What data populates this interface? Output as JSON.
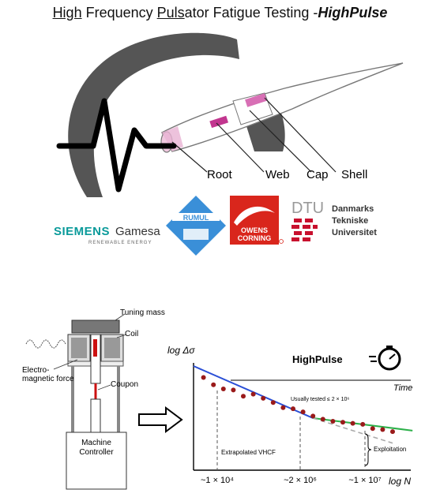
{
  "title": {
    "part1": "High",
    "part2": " Frequency ",
    "part3": "Puls",
    "part4": "ator Fatigue Testing -",
    "part5": "HighPulse"
  },
  "blade_labels": {
    "root": "Root",
    "web": "Web",
    "cap": "Cap",
    "shell": "Shell"
  },
  "logos": {
    "siemens": "SIEMENS",
    "gamesa": "Gamesa",
    "renewable": "RENEWABLE ENERGY",
    "rumul": "RUMUL",
    "owens": "OWENS",
    "corning": "CORNING",
    "dtu": "DTU",
    "dtu_line1": "Danmarks",
    "dtu_line2": "Tekniske",
    "dtu_line3": "Universitet"
  },
  "machine": {
    "tuning_mass": "Tuning mass",
    "coil": "Coil",
    "electro_line1": "Electro-",
    "electro_line2": "magnetic force",
    "coupon": "Coupon",
    "controller_line1": "Machine",
    "controller_line2": "Controller"
  },
  "chart": {
    "y_label_log": "log Δσ",
    "x_label": "log N",
    "time_label": "Time",
    "highpulse": "HighPulse",
    "usually_tested": "Usually tested ≤ 2 × 10⁶",
    "extrapolated": "Extrapolated VHCF",
    "exploitation": "Exploitation",
    "tick1": "~1 × 10⁴",
    "tick2": "~2 × 10⁶",
    "tick3": "~1 × 10⁷"
  },
  "colors": {
    "blade_pink": "#d86fb5",
    "pulse_black": "#000000",
    "gauge_gray": "#555555",
    "sn_blue": "#2a4fd6",
    "sn_green": "#2db04a",
    "data_red": "#9a1a1a",
    "coupon_red": "#cc1111",
    "owens_red": "#d9261c",
    "rumul_blue": "#3a8fd8",
    "dtu_red": "#c8102e",
    "siemens_teal": "#0a9a9a"
  },
  "chart_data": {
    "type": "scatter",
    "xlabel": "log N",
    "ylabel": "log Δσ",
    "x_ticks": [
      "~1 × 10⁴",
      "~2 × 10⁶",
      "~1 × 10⁷"
    ],
    "points": [
      [
        1,
        8.9
      ],
      [
        2,
        8.2
      ],
      [
        3,
        7.8
      ],
      [
        4,
        7.7
      ],
      [
        5,
        7.1
      ],
      [
        6,
        7.3
      ],
      [
        7,
        6.9
      ],
      [
        8,
        6.5
      ],
      [
        9,
        6.0
      ],
      [
        10,
        5.9
      ],
      [
        11,
        5.6
      ],
      [
        12,
        5.2
      ],
      [
        13,
        4.9
      ],
      [
        14,
        4.7
      ],
      [
        15,
        4.6
      ],
      [
        16,
        4.5
      ],
      [
        17,
        4.4
      ],
      [
        18,
        4.0
      ],
      [
        19,
        3.9
      ],
      [
        20,
        3.7
      ]
    ],
    "series": [
      {
        "values": [
          [
            0,
            10
          ],
          [
            12,
            5.0
          ]
        ]
      },
      {
        "values": [
          [
            12,
            5.0
          ],
          [
            22,
            3.8
          ]
        ]
      },
      {
        "values": [
          [
            12,
            5.0
          ],
          [
            20,
            2.6
          ]
        ]
      }
    ]
  }
}
